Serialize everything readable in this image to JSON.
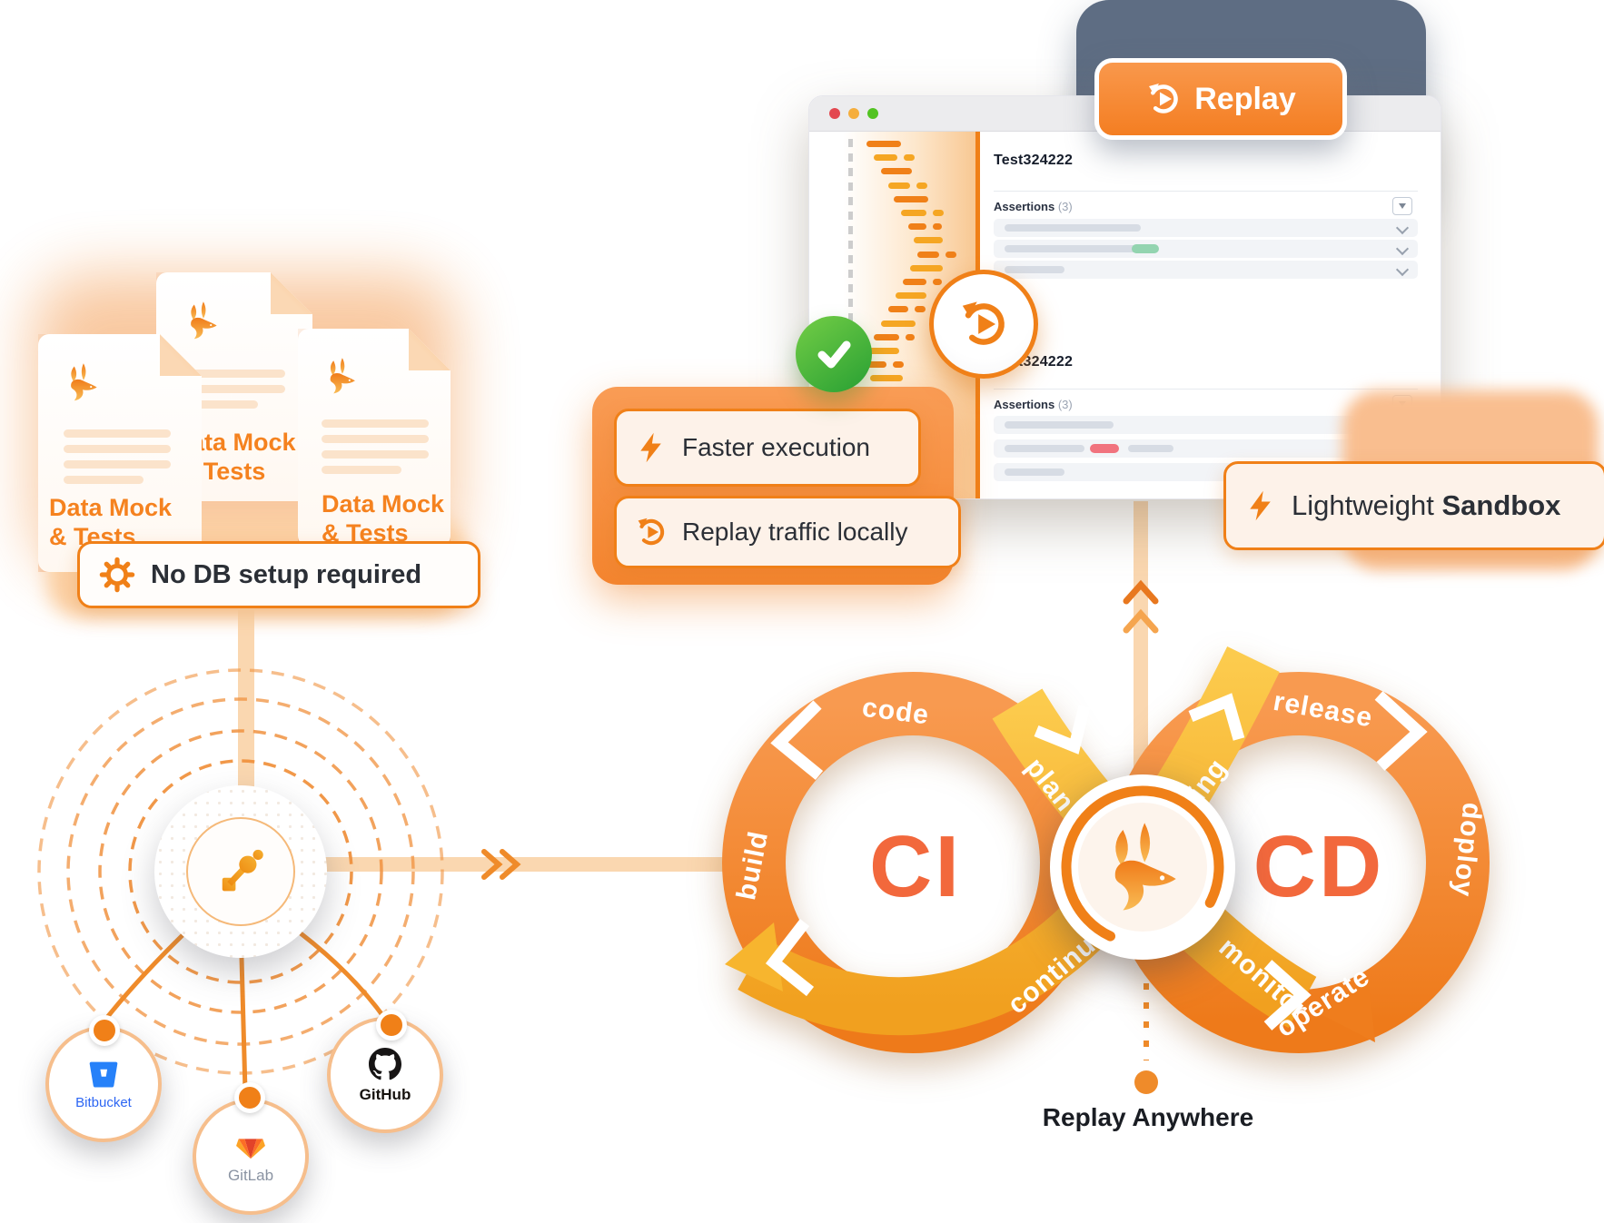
{
  "documents": {
    "items": [
      {
        "line1": "Data Mock",
        "line2": "& Tests"
      },
      {
        "line1": "Data Mock",
        "line2": "Tests"
      },
      {
        "line1": "Data Mock",
        "line2": "& Tests"
      }
    ]
  },
  "callouts": {
    "no_db": "No DB setup required",
    "faster_execution": "Faster execution",
    "replay_traffic": "Replay traffic locally",
    "replay": "Replay",
    "lightweight": "Lightweight",
    "sandbox": "Sandbox"
  },
  "test_window": {
    "sections": [
      {
        "title": "Test324222",
        "assertions_label": "Assertions",
        "assertions_count": "(3)"
      },
      {
        "title": "Test324222",
        "assertions_label": "Assertions",
        "assertions_count": "(3)"
      }
    ]
  },
  "pipeline": {
    "ci": "CI",
    "cd": "CD",
    "stages": {
      "code": "code",
      "build": "build",
      "plan": "plan",
      "testing": "testing",
      "continuous": "continuous",
      "monitor": "monitor",
      "release": "release",
      "deploy": "doploy",
      "operate": "operate"
    }
  },
  "integrations": {
    "items": [
      {
        "name": "Bitbucket"
      },
      {
        "name": "GitLab"
      },
      {
        "name": "GitHub"
      }
    ]
  },
  "caption": "Replay Anywhere",
  "colors": {
    "primary": "#F08018",
    "amber": "#F5A623",
    "band_yellow": "#F7B32B",
    "ci_cd_text": "#F2683C",
    "success_green": "#3FAE49",
    "fail_red": "#F1737E",
    "pass_chip": "#93D4B0",
    "gray_panel": "#5E6D83"
  }
}
